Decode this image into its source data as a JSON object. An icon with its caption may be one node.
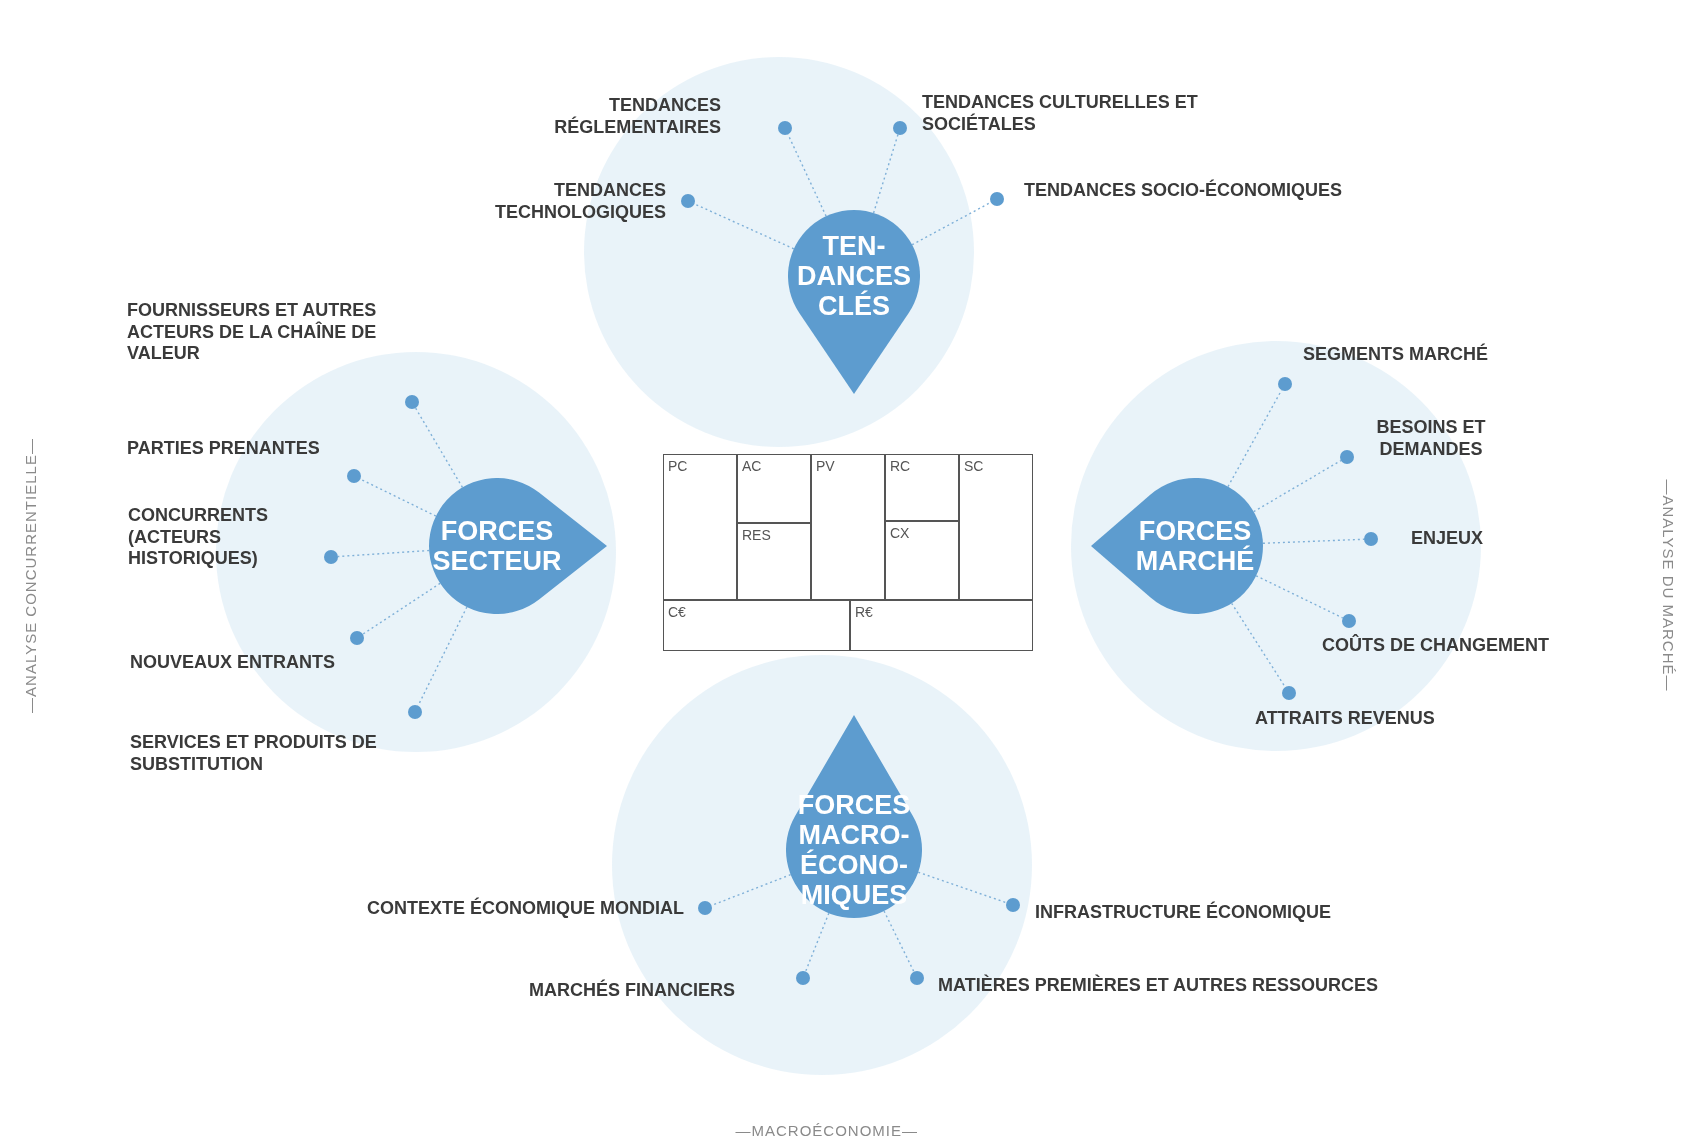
{
  "diagram": {
    "nodes": [
      {
        "text": [
          "TEN- DANCES CLÉS"
        ]
      },
      {
        "text": [],
        "shape": "circle",
        "beside": [
          "TENDANCES RÉGLEMENTAIRES"
        ]
      },
      {
        "text": [],
        "shape": "circle",
        "beside": [
          "TENDANCES CULTURELLES ET SOCIÉTALES"
        ]
      },
      {
        "text": [],
        "shape": "circle",
        "beside": [
          "TENDANCES TECHNOLOGIQUES"
        ]
      },
      {
        "text": [],
        "shape": "circle",
        "beside": [
          "TENDANCES SOCIO-ÉCONOMIQUES"
        ]
      },
      {
        "text": [
          "FORCES SECTEUR"
        ]
      },
      {
        "text": [],
        "shape": "circle",
        "beside": [
          "FOURNISSEURS ET AUTRES ACTEURS DE LA CHAÎNE DE VALEUR"
        ]
      },
      {
        "text": [],
        "shape": "circle",
        "beside": [
          "PARTIES PRENANTES"
        ]
      },
      {
        "text": [],
        "shape": "circle",
        "beside": [
          "CONCURRENTS (ACTEURS HISTORIQUES)"
        ]
      },
      {
        "text": [],
        "shape": "circle",
        "beside": [
          "NOUVEAUX ENTRANTS"
        ]
      },
      {
        "text": [],
        "shape": "circle",
        "beside": [
          "SERVICES ET PRODUITS DE SUBSTITUTION"
        ]
      },
      {
        "text": [
          "FORCES MARCHÉ"
        ]
      },
      {
        "text": [],
        "shape": "circle",
        "beside": [
          "SEGMENTS MARCHÉ"
        ]
      },
      {
        "text": [],
        "shape": "circle",
        "beside": [
          "BESOINS ET DEMANDES"
        ]
      },
      {
        "text": [],
        "shape": "circle",
        "beside": [
          "ENJEUX"
        ]
      },
      {
        "text": [],
        "shape": "circle",
        "beside": [
          "COÛTS DE CHANGEMENT"
        ]
      },
      {
        "text": [],
        "shape": "circle",
        "beside": [
          "ATTRAITS REVENUS"
        ]
      },
      {
        "text": [
          "PC"
        ]
      },
      {
        "text": [
          "AC"
        ]
      },
      {
        "text": [
          "PV"
        ]
      },
      {
        "text": [
          "RC"
        ]
      },
      {
        "text": [
          "SC"
        ]
      },
      {
        "text": [
          "RES"
        ]
      },
      {
        "text": [
          "CX"
        ]
      },
      {
        "text": [
          "C€"
        ]
      },
      {
        "text": [
          "R€"
        ]
      },
      {
        "text": [
          "FORCES MACRO- ÉCONO- MIQUES"
        ]
      },
      {
        "text": [],
        "shape": "circle",
        "beside": [
          "CONTEXTE ÉCONOMIQUE MONDIAL"
        ]
      },
      {
        "text": [],
        "shape": "circle",
        "beside": [
          "INFRASTRUCTURE ÉCONOMIQUE"
        ]
      },
      {
        "text": [],
        "shape": "circle",
        "beside": [
          "MARCHÉS FINANCIERS"
        ]
      },
      {
        "text": [],
        "shape": "circle",
        "beside": [
          "MATIÈRES PREMIÈRES ET AUTRES RESSOURCES"
        ]
      }
    ],
    "edges": [
      {
        "from": 0,
        "to": 1,
        "arrow": "none"
      },
      {
        "from": 0,
        "to": 2,
        "arrow": "none"
      },
      {
        "from": 0,
        "to": 3,
        "arrow": "none"
      },
      {
        "from": 0,
        "to": 4,
        "arrow": "none"
      },
      {
        "from": 5,
        "to": 6,
        "arrow": "none"
      },
      {
        "from": 5,
        "to": 7,
        "arrow": "none"
      },
      {
        "from": 5,
        "to": 8,
        "arrow": "none"
      },
      {
        "from": 5,
        "to": 9,
        "arrow": "none"
      },
      {
        "from": 5,
        "to": 10,
        "arrow": "none"
      },
      {
        "from": 11,
        "to": 12,
        "arrow": "none"
      },
      {
        "from": 11,
        "to": 13,
        "arrow": "none"
      },
      {
        "from": 11,
        "to": 14,
        "arrow": "none"
      },
      {
        "from": 11,
        "to": 15,
        "arrow": "none"
      },
      {
        "from": 11,
        "to": 16,
        "arrow": "none"
      },
      {
        "from": 26,
        "to": 27,
        "arrow": "none"
      },
      {
        "from": 26,
        "to": 28,
        "arrow": "none"
      },
      {
        "from": 26,
        "to": 29,
        "arrow": "none"
      },
      {
        "from": 26,
        "to": 30,
        "arrow": "none"
      }
    ],
    "labels": [
      "—ANALYSE CONCURRENTIELLE—",
      "—ANALYSE DU MARCHÉ—",
      "—MACROÉCONOMIE—"
    ]
  }
}
